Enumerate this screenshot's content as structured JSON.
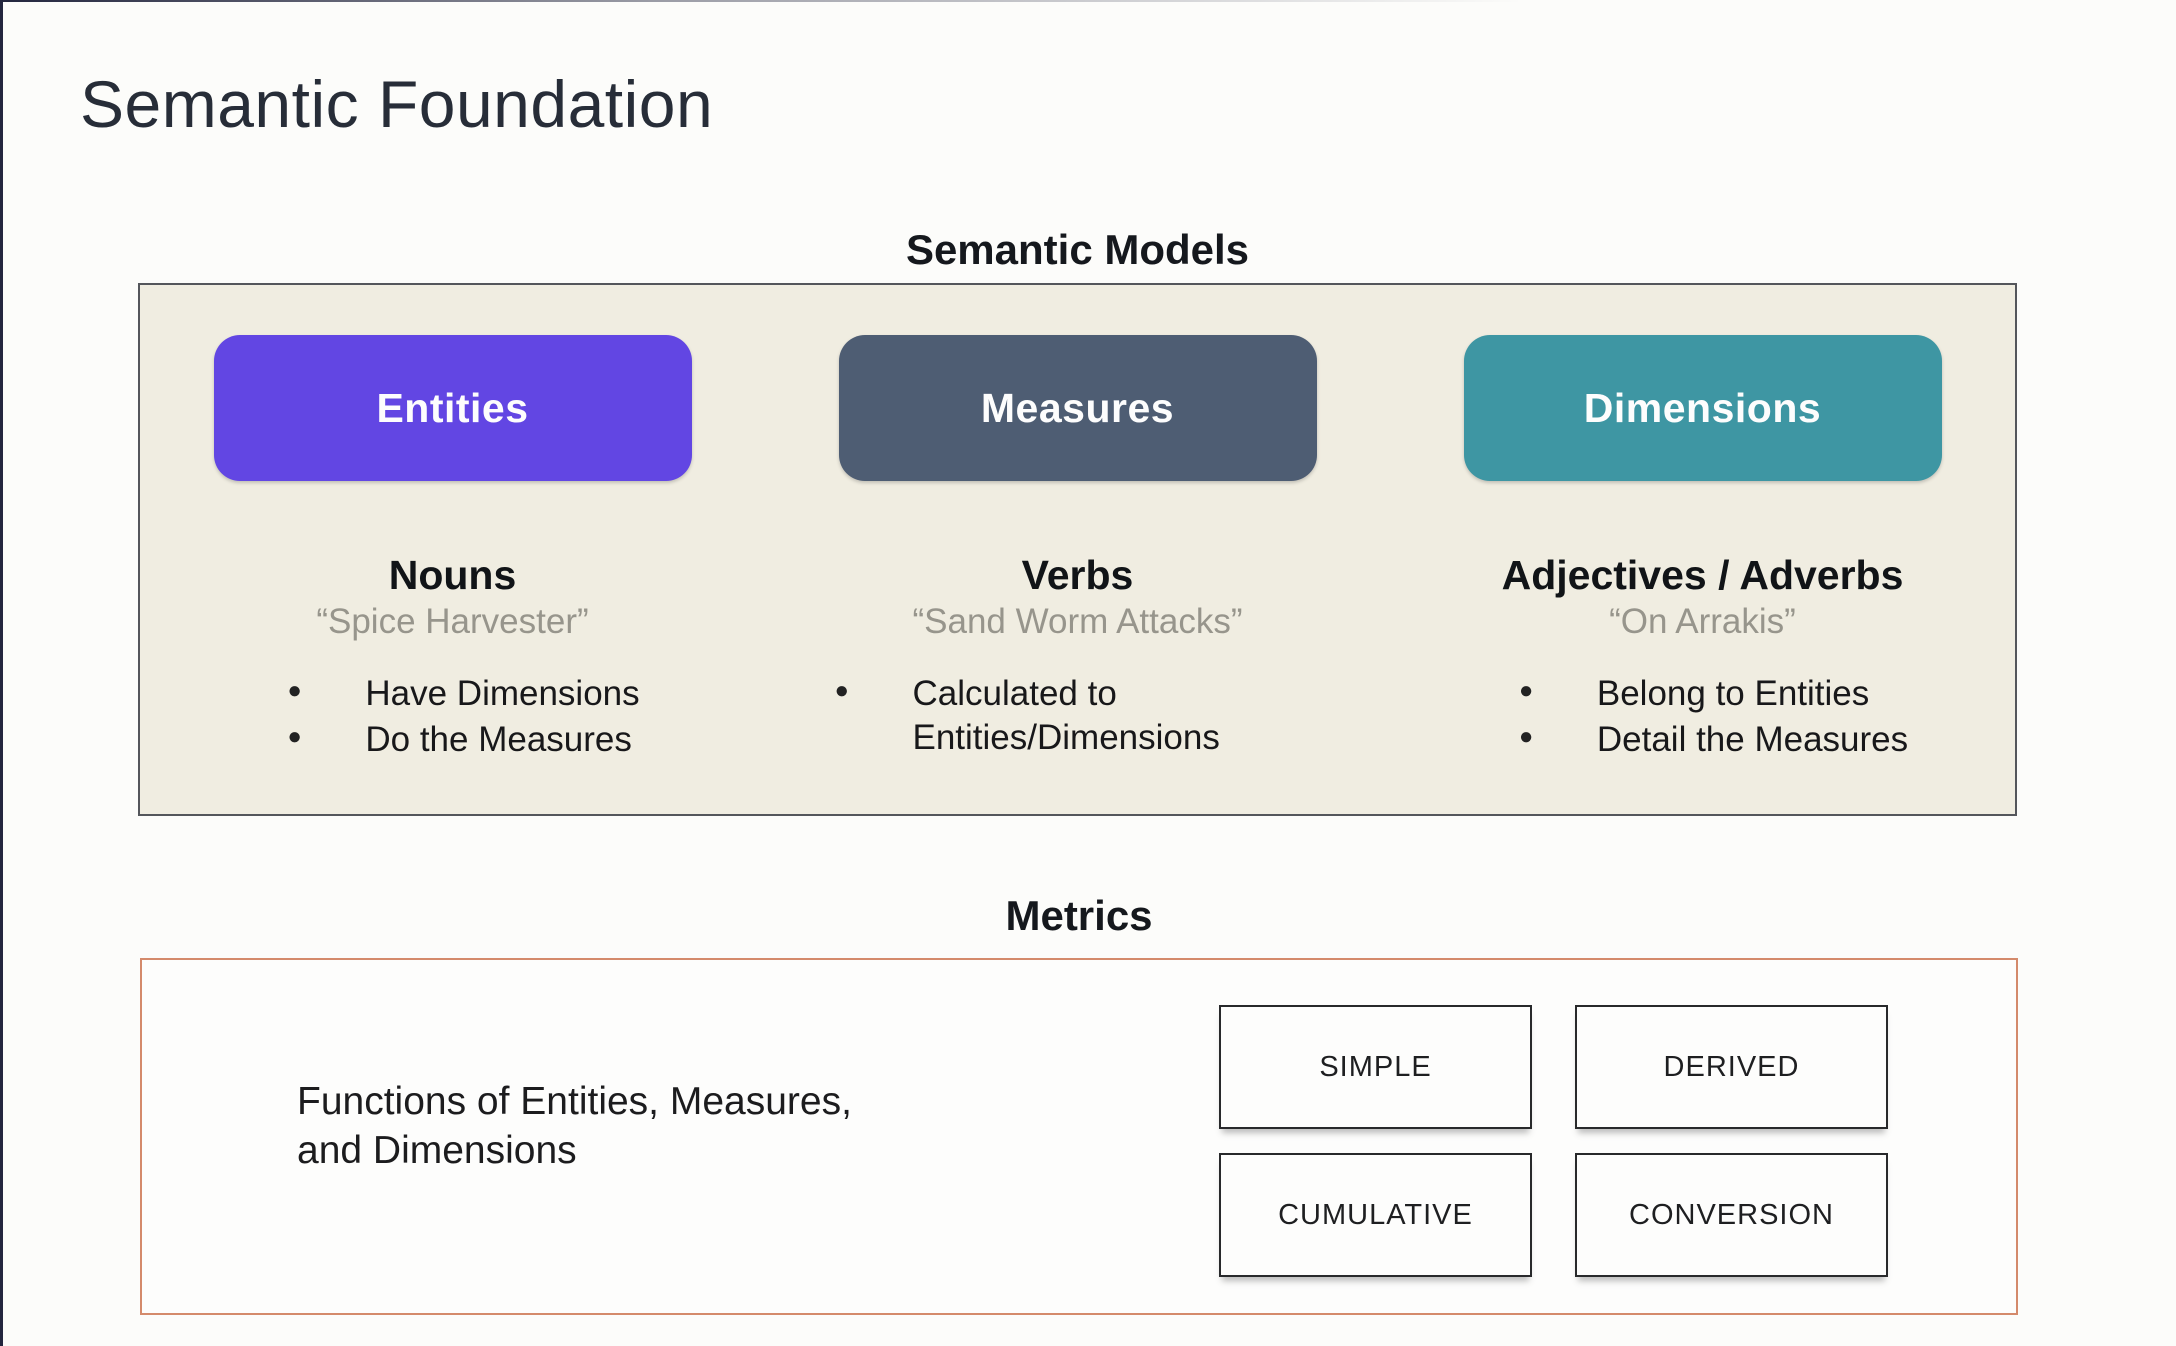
{
  "slide": {
    "title": "Semantic Foundation",
    "semantic_models": {
      "heading": "Semantic Models",
      "box_background": "#f0ede1",
      "columns": [
        {
          "pill": "Entities",
          "pill_color": "#6246e3",
          "role": "Nouns",
          "example": "“Spice Harvester”",
          "bullets": [
            "Have Dimensions",
            "Do the Measures"
          ]
        },
        {
          "pill": "Measures",
          "pill_color": "#4e5d73",
          "role": "Verbs",
          "example": "“Sand Worm Attacks”",
          "bullets": [
            "Calculated to Entities/Dimensions"
          ]
        },
        {
          "pill": "Dimensions",
          "pill_color": "#3e96a3",
          "role": "Adjectives / Adverbs",
          "example": "“On Arrakis”",
          "bullets": [
            "Belong to Entities",
            "Detail the Measures"
          ]
        }
      ]
    },
    "metrics": {
      "heading": "Metrics",
      "border_color": "#d48a6b",
      "description": "Functions of Entities, Measures,\nand Dimensions",
      "types": [
        "SIMPLE",
        "DERIVED",
        "CUMULATIVE",
        "CONVERSION"
      ]
    }
  }
}
